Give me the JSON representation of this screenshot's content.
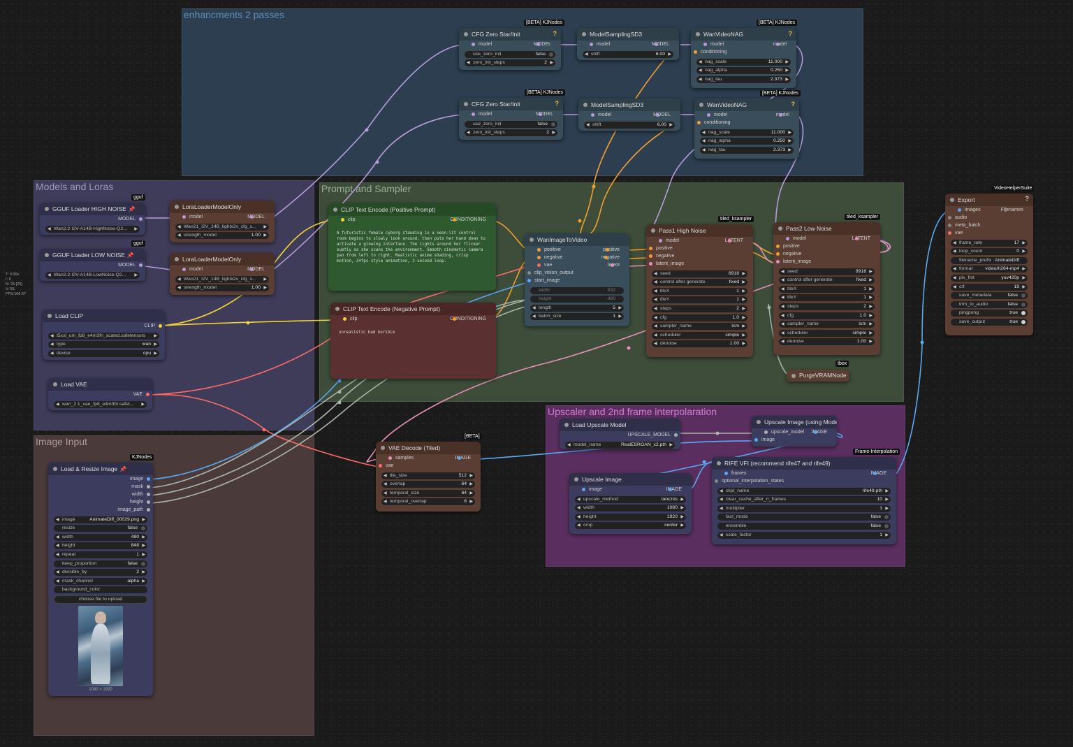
{
  "stats": [
    "T: 0.00s",
    "I: 0",
    "N: 25 [25]",
    "V: 55",
    "FPS:166.67"
  ],
  "groups": {
    "enh": {
      "title": "enhancments 2 passes",
      "color": "#2c3e50"
    },
    "models": {
      "title": "Models and Loras",
      "color": "#3e3c58"
    },
    "image": {
      "title": "Image Input",
      "color": "#4a3a3a"
    },
    "prompt": {
      "title": "Prompt and Sampler",
      "color": "#3d4d3a"
    },
    "upscale": {
      "title": "Upscaler and 2nd frame interpolaration",
      "color": "#5a2f5f"
    }
  },
  "badges": {
    "beta_kj": "[BETA] KJNodes",
    "gguf": "gguf",
    "kjnodes": "KJNodes",
    "tiled": "tiled_ksampler",
    "beta": "[BETA]",
    "tbox": "tbox",
    "frame": "Frame-Interpolation",
    "vhs": "VideoHelperSuite"
  },
  "help": "?",
  "common": {
    "model": "model",
    "MODEL": "MODEL",
    "shift": "shift",
    "conditioning": "conditioning",
    "use_zero_init": "use_zero_init",
    "false": "false",
    "true": "true",
    "zero_init_steps": "zero_init_steps",
    "nag_scale": "nag_scale",
    "nag_alpha": "nag_alpha",
    "nag_tau": "nag_tau",
    "strength_model": "strength_model",
    "clip": "clip",
    "CONDITIONING": "CONDITIONING",
    "positive": "positive",
    "negative": "negative",
    "latent_image": "latent_image",
    "LATENT": "LATENT",
    "seed": "seed",
    "control_after_generate": "control after generate",
    "fixed": "fixed",
    "tileX": "tileX",
    "tileY": "tileY",
    "steps": "steps",
    "cfg": "cfg",
    "sampler_name": "sampler_name",
    "lcm": "lcm",
    "scheduler": "scheduler",
    "simple": "simple",
    "denoise": "denoise",
    "IMAGE": "IMAGE",
    "image": "image",
    "width": "width",
    "height": "height",
    "vae": "vae"
  },
  "cfg1": {
    "title": "CFG Zero Star/Init",
    "steps": "2"
  },
  "cfg2": {
    "title": "CFG Zero Star/Init",
    "steps": "2"
  },
  "msd1": {
    "title": "ModelSamplingSD3",
    "shift": "6.00"
  },
  "msd2": {
    "title": "ModelSamplingSD3",
    "shift": "6.00"
  },
  "nag1": {
    "title": "WanVideoNAG",
    "scale": "11.000",
    "alpha": "0.250",
    "tau": "2.373"
  },
  "nag2": {
    "title": "WanVideoNAG",
    "scale": "11.000",
    "alpha": "0.250",
    "tau": "2.373"
  },
  "gguf_high": {
    "title": "GGUF Loader HIGH NOISE",
    "value": "Wan2.2-I2V-A14B-HighNoise-Q2..."
  },
  "gguf_low": {
    "title": "GGUF Loader LOW NOISE",
    "value": "Wan2.2-I2V-A14B-LowNoise-Q2..."
  },
  "lora1": {
    "title": "LoraLoaderModelOnly",
    "name": "Wan21_I2V_14B_lightx2v_cfg_s...",
    "strength": "1.00"
  },
  "lora2": {
    "title": "LoraLoaderModelOnly",
    "name": "Wan21_I2V_14B_lightx2v_cfg_s...",
    "strength": "1.00"
  },
  "load_clip": {
    "title": "Load CLIP",
    "out": "CLIP",
    "clip_name": "t5xxl_um_fp8_e4m3fn_scaled.safetensors",
    "type_label": "type",
    "type": "wan",
    "device_label": "device",
    "device": "cpu"
  },
  "load_vae": {
    "title": "Load VAE",
    "out": "VAE",
    "vae_name": "wan_2.1_vae_fp8_e4m3fn.safet..."
  },
  "load_image": {
    "title": "Load & Resize Image",
    "outputs": [
      "image",
      "mask",
      "width",
      "height",
      "image_path"
    ],
    "image_label": "image",
    "image_value": "AnimateDiff_00029.png",
    "resize_label": "resize",
    "resize": "false",
    "width": "480",
    "height": "848",
    "repeat_label": "repeat",
    "repeat": "1",
    "keep_label": "keep_proportion",
    "keep": "false",
    "div_label": "divisible_by",
    "div": "2",
    "mask_label": "mask_channel",
    "mask": "alpha",
    "bg_label": "background_color",
    "upload": "choose file to upload",
    "dims": "1080 × 1920"
  },
  "clip_pos": {
    "title": "CLIP Text Encode (Positive Prompt)",
    "text": "A futuristic female cyborg standing in a neon-lit control room begins to slowly look around, then puts her hand down to activate a glowing interface. The lights around her flicker subtly as she scans the environment. Smooth cinematic camera pan from left to right. Realistic anime shading, crisp motion, 24fps style animation, 2-second loop."
  },
  "clip_neg": {
    "title": "CLIP Text Encode (Negative Prompt)",
    "text": "unrealistic bad horible"
  },
  "wan": {
    "title": "WanImageToVideo",
    "in": [
      "positive",
      "negative",
      "vae",
      "clip_vision_output",
      "start_image"
    ],
    "out": [
      "positive",
      "negative",
      "latent"
    ],
    "width": "832",
    "height": "480",
    "length_label": "length",
    "length": "5",
    "batch_label": "batch_size",
    "batch": "1"
  },
  "pass1": {
    "title": "Pass1 High Noise",
    "seed": "8918",
    "tileX": "1",
    "tileY": "1",
    "steps": "2",
    "cfg": "1.0",
    "denoise": "1.00"
  },
  "pass2": {
    "title": "Pass2 Low Noise",
    "seed": "8918",
    "tileX": "1",
    "tileY": "1",
    "steps": "2",
    "cfg": "1.0",
    "denoise": "1.00"
  },
  "purge": {
    "title": "PurgeVRAMNode"
  },
  "export": {
    "title": "Export",
    "in": [
      "images",
      "audio",
      "meta_batch",
      "vae"
    ],
    "out": "Filenames",
    "fr_label": "frame_rate",
    "fr": "17",
    "loop_label": "loop_count",
    "loop": "0",
    "prefix_label": "filename_prefix",
    "prefix": "AnimateDiff",
    "format_label": "format",
    "format": "video/h264-mp4",
    "pix_label": "pix_fmt",
    "pix": "yuv420p",
    "crf_label": "crf",
    "crf": "19",
    "meta_label": "save_metadata",
    "meta": "false",
    "trim_label": "trim_to_audio",
    "trim": "false",
    "ping_label": "pingpong",
    "ping": "true",
    "save_label": "save_output",
    "save": "true"
  },
  "vae_decode": {
    "title": "VAE Decode (Tiled)",
    "in": [
      "samples",
      "vae"
    ],
    "tile_label": "tile_size",
    "tile": "512",
    "overlap_label": "overlap",
    "overlap": "64",
    "tsize_label": "temporal_size",
    "tsize": "64",
    "toverlap_label": "temporal_overlap",
    "toverlap": "8"
  },
  "upscale_loader": {
    "title": "Load Upscale Model",
    "out": "UPSCALE_MODEL",
    "label": "model_name",
    "value": "RealESRGAN_x2.pth"
  },
  "upscale_model": {
    "title": "Upscale Image (using Model)",
    "in": [
      "upscale_model",
      "image"
    ]
  },
  "upscale_image": {
    "title": "Upscale Image",
    "method_label": "upscale_method",
    "method": "lanczos",
    "width": "1080",
    "height": "1920",
    "crop_label": "crop",
    "crop": "center"
  },
  "rife": {
    "title": "RIFE VFI (recommend rife47 and rife49)",
    "in": [
      "frames",
      "optional_interpolation_states"
    ],
    "ckpt_label": "ckpt_name",
    "ckpt": "rife49.pth",
    "cache_label": "clear_cache_after_n_frames",
    "cache": "10",
    "mult_label": "multiplier",
    "mult": "1",
    "fast_label": "fast_mode",
    "fast": "false",
    "ens_label": "ensemble",
    "ens": "false",
    "scale_label": "scale_factor",
    "scale": "1"
  }
}
